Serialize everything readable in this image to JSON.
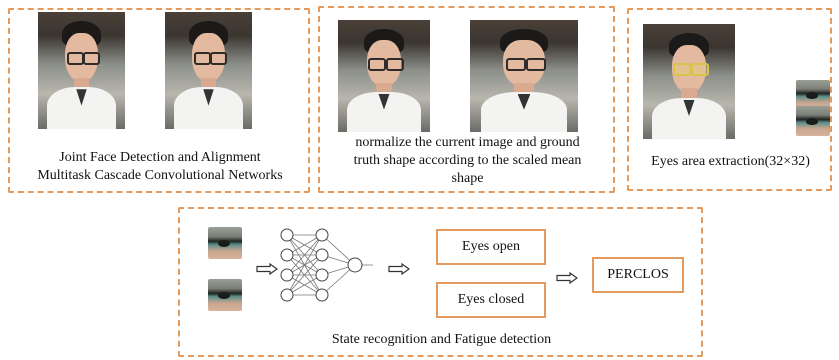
{
  "panels": {
    "face_detection": {
      "caption_line1": "Joint Face Detection and Alignment",
      "caption_line2": "Multitask Cascade Convolutional Networks"
    },
    "normalization": {
      "caption_line1": "normalize the current image and ground",
      "caption_line2": "truth shape according to the scaled mean",
      "caption_line3": "shape"
    },
    "eyes_extraction": {
      "caption": "Eyes area extraction(32×32)"
    },
    "state_recognition": {
      "caption": "State recognition and Fatigue detection",
      "eyes_open": "Eyes open",
      "eyes_closed": "Eyes closed",
      "perclos": "PERCLOS"
    }
  },
  "colors": {
    "dashed_border": "#e39a5c",
    "box_border": "#e39a5c",
    "glasses_highlight": "#d7c44b"
  },
  "icons": [
    "face-photo",
    "eye-crop",
    "neural-network-icon",
    "hollow-arrow-icon"
  ]
}
